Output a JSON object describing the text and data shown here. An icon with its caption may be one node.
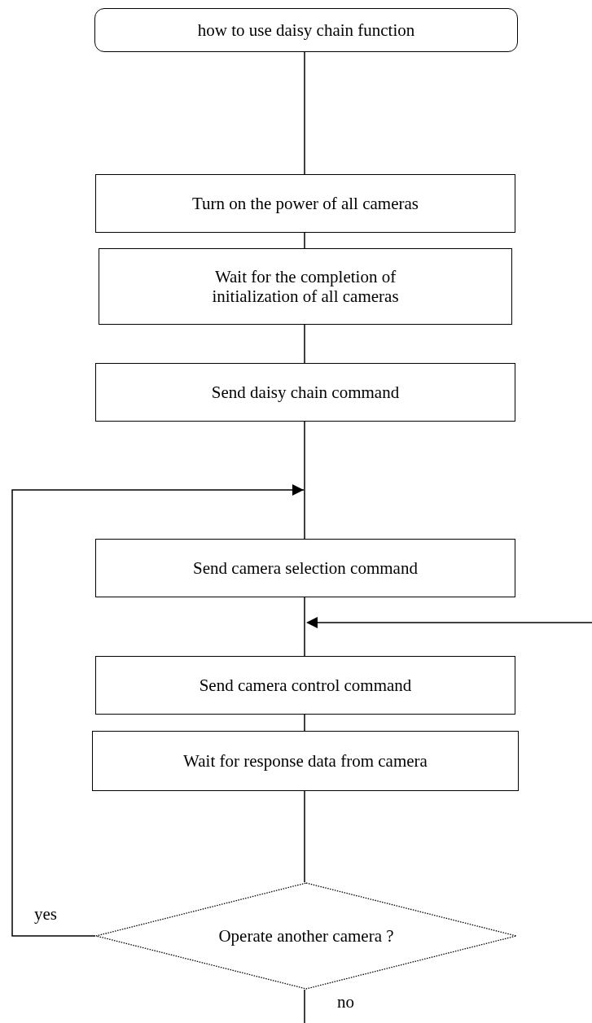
{
  "diagram": {
    "nodes": [
      {
        "text": [
          "how to use daisy chain function"
        ]
      },
      {
        "text": [
          "Turn on the power of all cameras"
        ]
      },
      {
        "text": [
          "Wait for the completion of initialization of all cameras"
        ]
      },
      {
        "text": [
          "Send daisy chain command"
        ]
      },
      {
        "text": [
          "Send camera selection command"
        ]
      },
      {
        "text": [
          "Send camera control command"
        ]
      },
      {
        "text": [
          "Wait for response data from camera"
        ]
      },
      {
        "text": [
          "Operate another camera ?"
        ]
      }
    ],
    "edges": [
      {
        "from": 0,
        "to": 1,
        "arrow": "none"
      },
      {
        "from": 1,
        "to": 2,
        "arrow": "none"
      },
      {
        "from": 2,
        "to": 3,
        "arrow": "none"
      },
      {
        "from": 3,
        "to": 4,
        "arrow": "none"
      },
      {
        "from": 4,
        "to": 5,
        "arrow": "none"
      },
      {
        "from": 5,
        "to": 6,
        "arrow": "none"
      },
      {
        "from": 6,
        "to": 7,
        "arrow": "none"
      },
      {
        "from": 7,
        "to": null,
        "arrow": "to",
        "label": "yes"
      },
      {
        "from": 7,
        "to": null,
        "arrow": "none",
        "label": "no"
      }
    ]
  }
}
